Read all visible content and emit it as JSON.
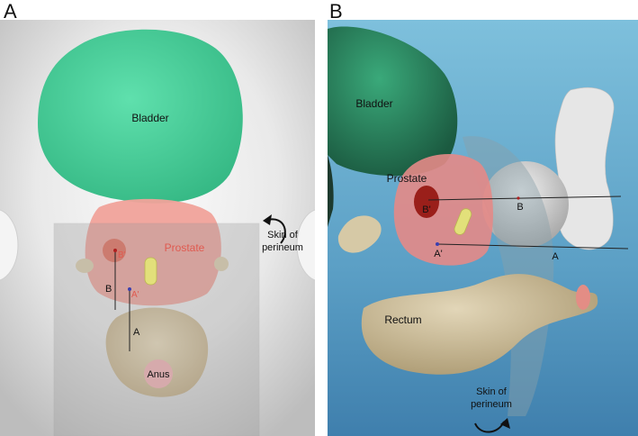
{
  "panels": {
    "a": {
      "letter": "A",
      "labels": {
        "bladder": "Bladder",
        "prostate": "Prostate",
        "skin_line1": "Skin of",
        "skin_line2": "perineum",
        "b_prime": "B'",
        "a_prime": "A'",
        "b": "B",
        "a": "A",
        "anus": "Anus"
      }
    },
    "b": {
      "letter": "B",
      "labels": {
        "bladder": "Bladder",
        "prostate": "Prostate",
        "b_prime": "B'",
        "b": "B",
        "a_prime": "A'",
        "a": "A",
        "rectum": "Rectum",
        "skin_line1": "Skin of",
        "skin_line2": "perineum"
      }
    }
  },
  "colors": {
    "bladder": "#4fd6a0",
    "prostate": "#f0a29a",
    "anus": "#f4b3b5",
    "bone": "#d8c7a3",
    "needle": "#e2e07a",
    "sky": "#6aaed0",
    "gray_bg": "#ececec"
  }
}
